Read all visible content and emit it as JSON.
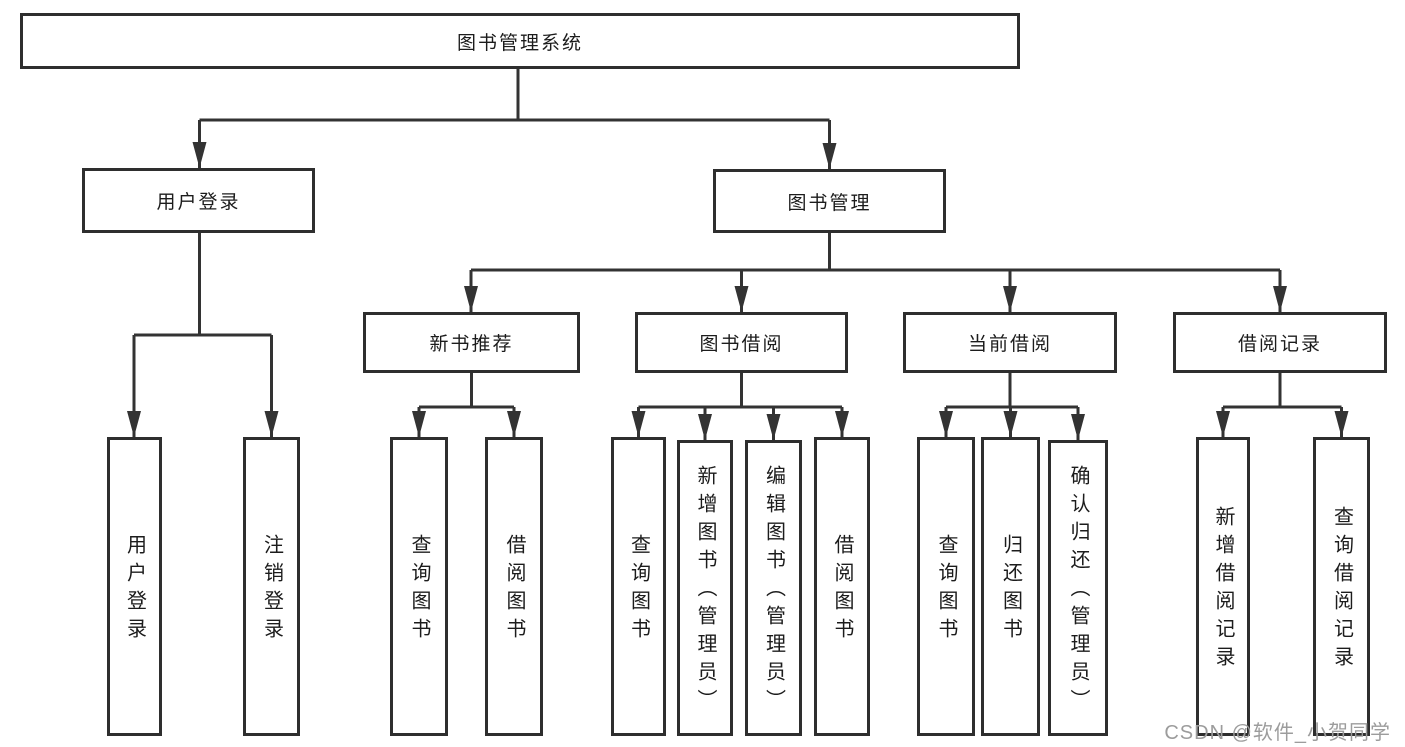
{
  "tree": {
    "root": {
      "label": "图书管理系统"
    },
    "children": [
      {
        "label": "用户登录",
        "children": [
          {
            "label": "用户登录"
          },
          {
            "label": "注销登录"
          }
        ]
      },
      {
        "label": "图书管理",
        "children": [
          {
            "label": "新书推荐",
            "children": [
              {
                "label": "查询图书"
              },
              {
                "label": "借阅图书"
              }
            ]
          },
          {
            "label": "图书借阅",
            "children": [
              {
                "label": "查询图书"
              },
              {
                "label": "新增图书（管理员）"
              },
              {
                "label": "编辑图书（管理员）"
              },
              {
                "label": "借阅图书"
              }
            ]
          },
          {
            "label": "当前借阅",
            "children": [
              {
                "label": "查询图书"
              },
              {
                "label": "归还图书"
              },
              {
                "label": "确认归还（管理员）"
              }
            ]
          },
          {
            "label": "借阅记录",
            "children": [
              {
                "label": "新增借阅记录"
              },
              {
                "label": "查询借阅记录"
              }
            ]
          }
        ]
      }
    ]
  },
  "watermark": {
    "text": "CSDN @软件_小贺同学"
  },
  "colors": {
    "line": "#333333",
    "box_border": "#2e2e2e",
    "text": "#1c1c1c",
    "watermark": "#9c9c9c",
    "background": "#ffffff"
  }
}
